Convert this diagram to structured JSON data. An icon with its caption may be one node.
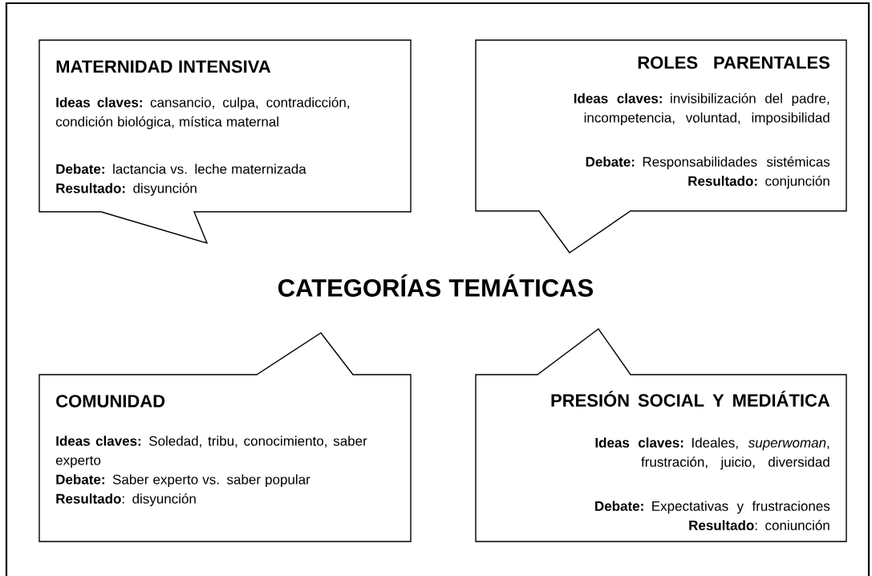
{
  "diagram": {
    "title": "CATEGORÍAS TEMÁTICAS",
    "nodes": [
      {
        "text": [
          "MATERNIDAD INTENSIVA",
          "**Ideas claves:** cansancio, culpa, contradicción, condición biológica, mística maternal",
          "**Debate:** lactancia vs. leche maternizada",
          "**Resultado:** disyunción"
        ]
      },
      {
        "text": [
          "ROLES PARENTALES",
          "**Ideas claves:** invisibilización del padre, incompetencia, voluntad, imposibilidad",
          "**Debate:** Responsabilidades sistémicas",
          "**Resultado:** conjunción"
        ]
      },
      {
        "text": [
          "COMUNIDAD",
          "**Ideas claves:** Soledad, tribu, conocimiento, saber experto",
          "**Debate:** Saber experto vs. saber popular",
          "**Resultado**: disyunción"
        ]
      },
      {
        "text": [
          "PRESIÓN SOCIAL Y MEDIÁTICA",
          "**Ideas claves:** Ideales, *superwoman*, frustración, juicio, diversidad",
          "**Debate:** Expectativas y frustraciones",
          "**Resultado**: coniunción"
        ]
      }
    ]
  }
}
